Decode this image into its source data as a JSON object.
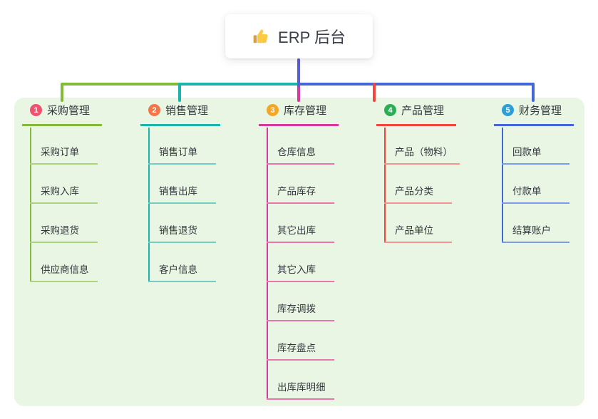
{
  "root": {
    "title": "ERP 后台",
    "icon": "thumbs-up-icon"
  },
  "colors": {
    "canvas_bg": "#ffffff",
    "panel_bg": "#E9F6E3",
    "root_text": "#3A3F4A",
    "node_text": "#33363D",
    "center_line": "#5A5FD1",
    "thumb_yellow": "#FCCB41",
    "thumb_cuff": "#D99E45"
  },
  "branches": [
    {
      "num": "1",
      "title": "采购管理",
      "badge_color": "#F0516E",
      "line_color": "#82BB3C",
      "sub_line_color": "#ABD47E",
      "items": [
        "采购订单",
        "采购入库",
        "采购退货",
        "供应商信息"
      ]
    },
    {
      "num": "2",
      "title": "销售管理",
      "badge_color": "#F3764A",
      "line_color": "#1CB5AC",
      "sub_line_color": "#74CCC4",
      "items": [
        "销售订单",
        "销售出库",
        "销售退货",
        "客户信息"
      ]
    },
    {
      "num": "3",
      "title": "库存管理",
      "badge_color": "#F6A623",
      "line_color": "#D8399F",
      "sub_line_color": "#E876AE",
      "items": [
        "仓库信息",
        "产品库存",
        "其它出库",
        "其它入库",
        "库存调拨",
        "库存盘点",
        "出库库明细"
      ]
    },
    {
      "num": "4",
      "title": "产品管理",
      "badge_color": "#2EAD57",
      "line_color": "#F4443E",
      "sub_line_color": "#F29490",
      "items": [
        "产品（物料）",
        "产品分类",
        "产品单位"
      ]
    },
    {
      "num": "5",
      "title": "财务管理",
      "badge_color": "#2C9FD9",
      "line_color": "#4366D8",
      "sub_line_color": "#7C9BE8",
      "items": [
        "回款单",
        "付款单",
        "结算账户"
      ]
    }
  ]
}
